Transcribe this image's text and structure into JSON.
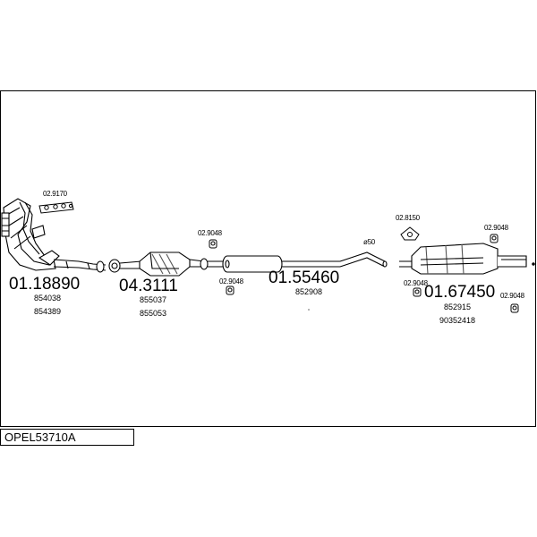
{
  "diagram_code": "OPEL53710A",
  "parts": [
    {
      "number": "01.18890",
      "refs": [
        "854038",
        "854389"
      ]
    },
    {
      "number": "04.3111",
      "refs": [
        "855037",
        "855053"
      ]
    },
    {
      "number": "01.55460",
      "refs": [
        "852908"
      ]
    },
    {
      "number": "01.67450",
      "refs": [
        "852915",
        "90352418"
      ]
    }
  ],
  "accessories": {
    "gasket": "02.9170",
    "hanger_a": "02.9048",
    "hanger_b": "02.9048",
    "bracket": "02.8150",
    "hanger_c": "02.9048",
    "hanger_d": "02.9048",
    "hanger_e": "02.9048"
  },
  "pipe_diameter": "ø50",
  "colors": {
    "line": "#000000",
    "fill": "#ffffff",
    "shade": "#555555"
  }
}
